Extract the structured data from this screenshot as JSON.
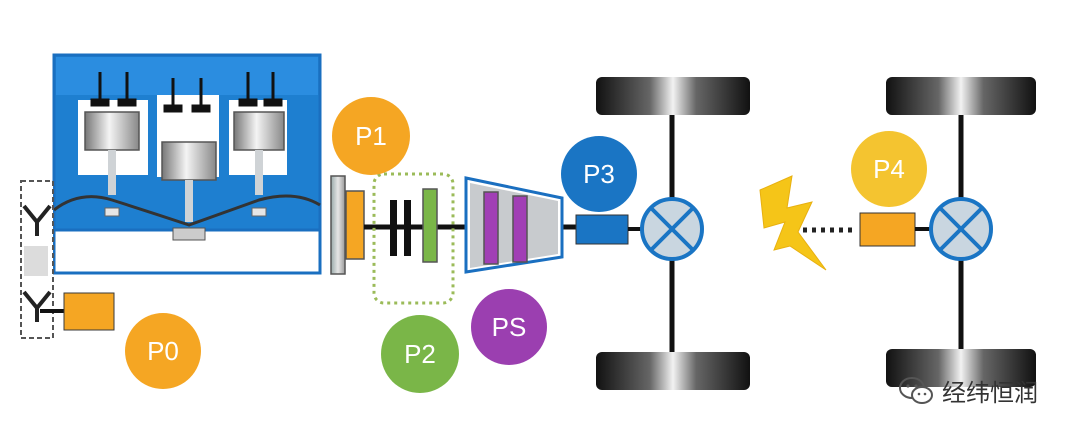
{
  "labels": {
    "p0": "P0",
    "p1": "P1",
    "p2": "P2",
    "p3": "P3",
    "ps": "PS",
    "p4": "P4"
  },
  "watermark": {
    "text": "经纬恒润",
    "icon": "wechat-icon"
  },
  "colors": {
    "engine_blue": "#1e7fd0",
    "engine_border": "#1a6fc0",
    "orange": "#f5a623",
    "green": "#7ab648",
    "blue_dark": "#1a75c4",
    "purple": "#9b3fb0",
    "yellow": "#f4c430",
    "lightning": "#f5c518",
    "grey": "#bfc4c9"
  }
}
